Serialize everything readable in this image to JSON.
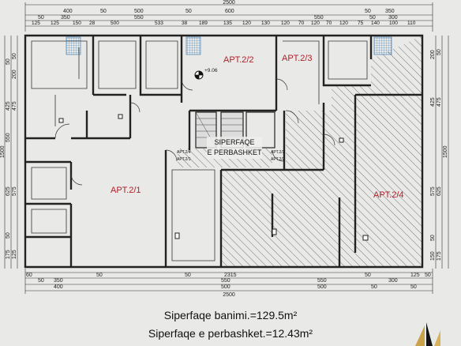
{
  "top_dims": {
    "total": "2500",
    "row1": [
      "400",
      "50",
      "500",
      "50",
      "600",
      "50",
      "350"
    ],
    "row2": [
      "50",
      "350",
      "550",
      "550",
      "50",
      "300"
    ],
    "row3": [
      "125",
      "125",
      "150",
      "28",
      "500",
      "533",
      "38",
      "189",
      "135",
      "120",
      "130",
      "120",
      "70",
      "120",
      "70",
      "120",
      "75",
      "140",
      "100",
      "110"
    ]
  },
  "bottom_dims": {
    "row1": [
      "60",
      "50",
      "50",
      "2315",
      "50",
      "125",
      "50"
    ],
    "row2": [
      "50",
      "350",
      "550",
      "550",
      "300"
    ],
    "row3": [
      "400",
      "500",
      "500",
      "50",
      "50"
    ],
    "total": "2500"
  },
  "left_dims": [
    "50",
    "50",
    "200",
    "475",
    "425",
    "1500",
    "550",
    "625",
    "575",
    "50",
    "175",
    "125"
  ],
  "right_dims": [
    "50",
    "200",
    "425",
    "475",
    "1500",
    "575",
    "625",
    "50",
    "150",
    "175"
  ],
  "apartments": [
    "APT.2/2",
    "APT.2/3",
    "APT.2/1",
    "APT.2/4"
  ],
  "common_area": [
    "SIPERFAQE",
    "E PERBASHKET"
  ],
  "level": "+9.06",
  "small_labels": [
    "APT.2/4",
    "APT.2/1",
    "APT.2/3",
    "APT.2/2"
  ],
  "footer": {
    "living_area": "Siperfaqe banimi.=129.5m²",
    "common_area": "Siperfaqe e perbashket.=12.43m²"
  }
}
